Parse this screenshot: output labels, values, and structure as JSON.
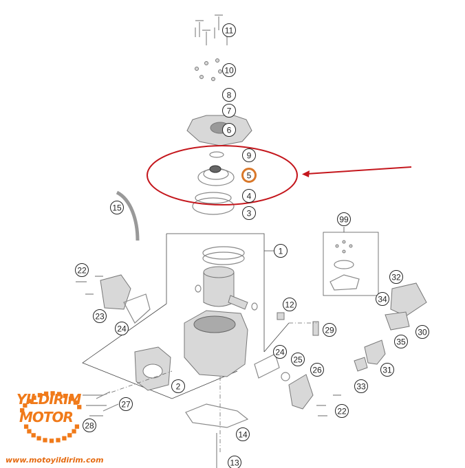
{
  "diagram": {
    "callouts": [
      "11",
      "10",
      "8",
      "7",
      "6",
      "9",
      "5",
      "4",
      "3",
      "15",
      "1",
      "99",
      "22",
      "23",
      "24",
      "12",
      "29",
      "32",
      "34",
      "30",
      "35",
      "24",
      "25",
      "26",
      "31",
      "33",
      "2",
      "27",
      "22",
      "28",
      "14",
      "13"
    ],
    "highlighted_callout": "5",
    "highlight_color": "#d9782a",
    "annotation_color": "#c4161c"
  },
  "logo": {
    "line1": "YILDIRIM",
    "line2": "MOTOR",
    "url": "www.motoyildirim.com",
    "color": "#f07a1a"
  }
}
